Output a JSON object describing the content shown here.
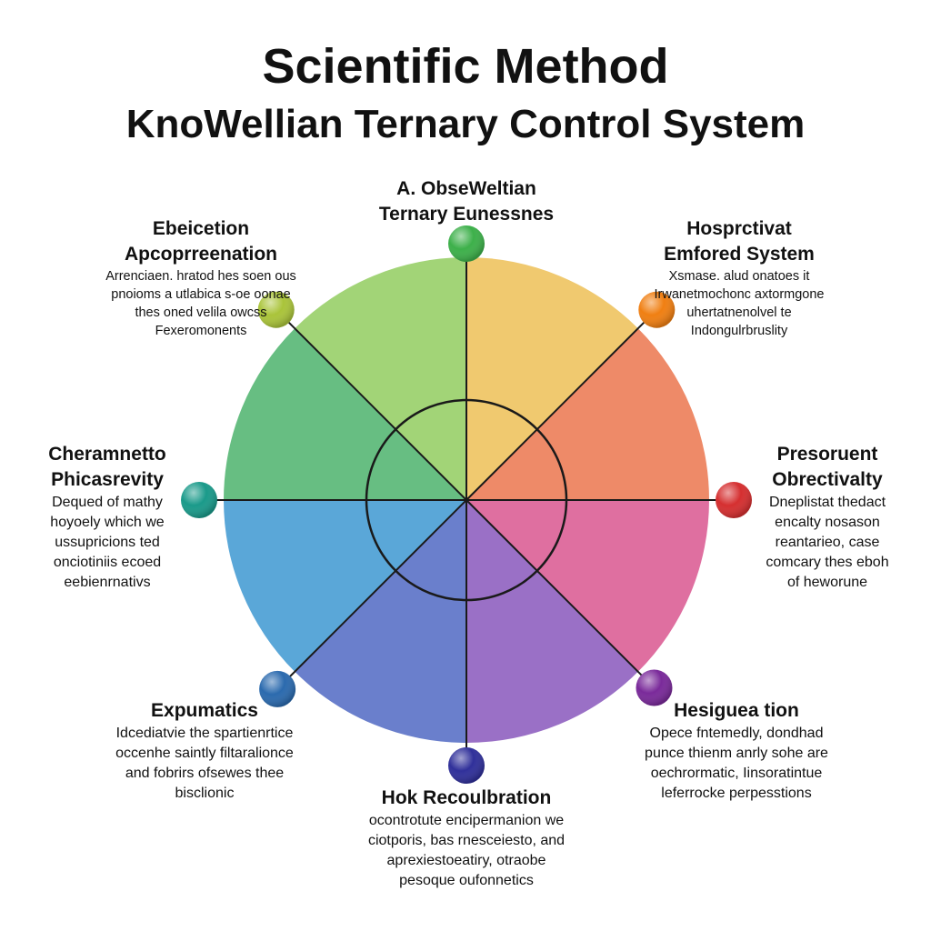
{
  "title": "Scientific Method",
  "subtitle": "KnoWellian Ternary Control System",
  "sector_colors": [
    "#f0c96f",
    "#ee8a68",
    "#df6fa0",
    "#9a70c6",
    "#6a7fcc",
    "#5aa7d8",
    "#67be82",
    "#a2d477"
  ],
  "nodes": [
    {
      "color": "#3db04a",
      "heading": [
        "A. ObseWeltian",
        "Ternary Eunessnes"
      ],
      "desc": []
    },
    {
      "color": "#f07f12",
      "heading": [
        "Hosprctivat",
        "Emfored System"
      ],
      "desc": [
        "Xsmase. alud onatoes it",
        "Irwanetmochonc axtormgone",
        "uhertatnenolvel te",
        "Indongulrbruslity"
      ]
    },
    {
      "color": "#d52f30",
      "heading": [
        "Presoruent",
        "Obrectivalty"
      ],
      "desc": [
        "Dneplistat thedact",
        "encalty nosason",
        "reantarieo, case",
        "comcary thes eboh",
        "of heworune"
      ]
    },
    {
      "color": "#7a2a9a",
      "heading": [
        "Hesiguea tion"
      ],
      "desc": [
        "Opece fntemedly, dondhad",
        "punce thienm anrly sohe are",
        "oechrormatic, Iinsoratintue",
        "leferrocke perpesstions"
      ]
    },
    {
      "color": "#30309a",
      "heading": [
        "Hok Recoulbration"
      ],
      "desc": [
        "ocontrotute encipermanion we",
        "ciotporis, bas rnesceiesto, and",
        "aprexiestoeatiry, otraobe",
        "pesoque oufonnetics"
      ]
    },
    {
      "color": "#2b6aae",
      "heading": [
        "Expumatics"
      ],
      "desc": [
        "Idcediatvie the spartienrtice",
        "occenhe saintly filtaralionce",
        "and fobrirs ofsewes thee",
        "bisclionic"
      ]
    },
    {
      "color": "#1a9a8a",
      "heading": [
        "Cheramnetto",
        "Phicasrevity"
      ],
      "desc": [
        "Dequed of mathy",
        "hoyoely which we",
        "ussupricions ted",
        "onciotiniis ecoed",
        "eebienrnativs"
      ]
    },
    {
      "color": "#aac43a",
      "heading": [
        "Ebeicetion",
        "Apcoprreenation"
      ],
      "desc": [
        "Arrenciaen. hratod hes soen ous",
        "pnoioms a utlabica s-oe oonae",
        "thes oned velila owcss",
        "Fexeromonents"
      ]
    }
  ]
}
